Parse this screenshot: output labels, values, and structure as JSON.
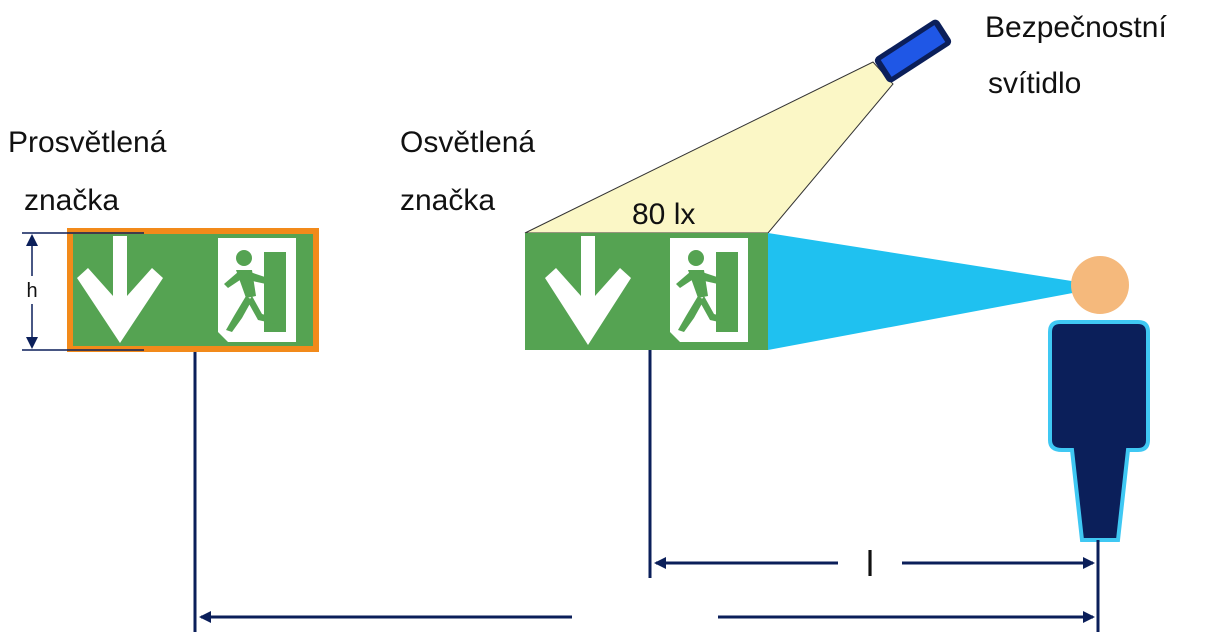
{
  "labels": {
    "backlit_sign_line1": "Prosvětlená",
    "backlit_sign_line2": "značka",
    "lit_sign_line1": "Osvětlená",
    "lit_sign_line2": "značka",
    "luminaire_line1": "Bezpečnostní",
    "luminaire_line2": "svítidlo",
    "illuminance": "80 lx",
    "height_symbol": "h",
    "distance_symbol": "l"
  },
  "colors": {
    "sign_green": "#55a352",
    "sign_white": "#ffffff",
    "sign_border": "#f28a1a",
    "light_cone": "#fbf7c6",
    "view_cone": "#1fc1f0",
    "luminaire_body": "#1f57e6",
    "person_head": "#f5b97c",
    "person_body": "#0b1f5a",
    "person_outline": "#3fc8f3",
    "dimension_line": "#0b1f5a"
  }
}
